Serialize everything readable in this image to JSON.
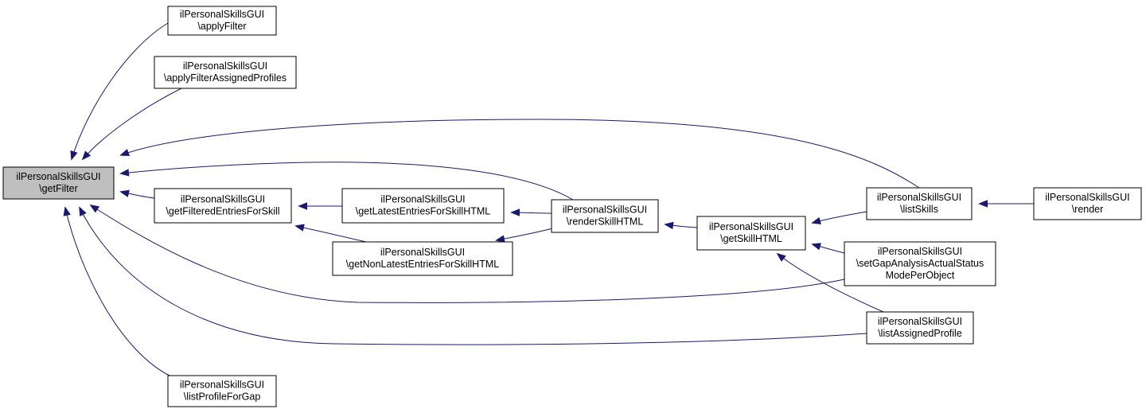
{
  "diagram": {
    "nodes": [
      {
        "id": "getFilter",
        "lines": [
          "ilPersonalSkillsGUI",
          "\\getFilter"
        ],
        "highlighted": true
      },
      {
        "id": "applyFilter",
        "lines": [
          "ilPersonalSkillsGUI",
          "\\applyFilter"
        ]
      },
      {
        "id": "applyFilterAssignedProfiles",
        "lines": [
          "ilPersonalSkillsGUI",
          "\\applyFilterAssignedProfiles"
        ]
      },
      {
        "id": "getFilteredEntriesForSkill",
        "lines": [
          "ilPersonalSkillsGUI",
          "\\getFilteredEntriesForSkill"
        ]
      },
      {
        "id": "listProfileForGap",
        "lines": [
          "ilPersonalSkillsGUI",
          "\\listProfileForGap"
        ]
      },
      {
        "id": "getLatestEntriesForSkillHTML",
        "lines": [
          "ilPersonalSkillsGUI",
          "\\getLatestEntriesForSkillHTML"
        ]
      },
      {
        "id": "getNonLatestEntriesForSkillHTML",
        "lines": [
          "ilPersonalSkillsGUI",
          "\\getNonLatestEntriesForSkillHTML"
        ]
      },
      {
        "id": "renderSkillHTML",
        "lines": [
          "ilPersonalSkillsGUI",
          "\\renderSkillHTML"
        ]
      },
      {
        "id": "getSkillHTML",
        "lines": [
          "ilPersonalSkillsGUI",
          "\\getSkillHTML"
        ]
      },
      {
        "id": "listSkills",
        "lines": [
          "ilPersonalSkillsGUI",
          "\\listSkills"
        ]
      },
      {
        "id": "setGapAnalysisActualStatusModePerObject",
        "lines": [
          "ilPersonalSkillsGUI",
          "\\setGapAnalysisActualStatus",
          "ModePerObject"
        ]
      },
      {
        "id": "listAssignedProfile",
        "lines": [
          "ilPersonalSkillsGUI",
          "\\listAssignedProfile"
        ]
      },
      {
        "id": "render",
        "lines": [
          "ilPersonalSkillsGUI",
          "\\render"
        ]
      }
    ],
    "edges": [
      {
        "from": "applyFilter",
        "to": "getFilter"
      },
      {
        "from": "applyFilterAssignedProfiles",
        "to": "getFilter"
      },
      {
        "from": "listSkills",
        "to": "getFilter"
      },
      {
        "from": "renderSkillHTML",
        "to": "getFilter"
      },
      {
        "from": "getFilteredEntriesForSkill",
        "to": "getFilter"
      },
      {
        "from": "setGapAnalysisActualStatusModePerObject",
        "to": "getFilter"
      },
      {
        "from": "listAssignedProfile",
        "to": "getFilter"
      },
      {
        "from": "listProfileForGap",
        "to": "getFilter"
      },
      {
        "from": "getLatestEntriesForSkillHTML",
        "to": "getFilteredEntriesForSkill"
      },
      {
        "from": "getNonLatestEntriesForSkillHTML",
        "to": "getFilteredEntriesForSkill"
      },
      {
        "from": "renderSkillHTML",
        "to": "getLatestEntriesForSkillHTML"
      },
      {
        "from": "renderSkillHTML",
        "to": "getNonLatestEntriesForSkillHTML"
      },
      {
        "from": "getSkillHTML",
        "to": "renderSkillHTML"
      },
      {
        "from": "listSkills",
        "to": "getSkillHTML"
      },
      {
        "from": "setGapAnalysisActualStatusModePerObject",
        "to": "getSkillHTML"
      },
      {
        "from": "listAssignedProfile",
        "to": "getSkillHTML"
      },
      {
        "from": "render",
        "to": "listSkills"
      }
    ],
    "colors": {
      "edge": "#191970",
      "highlighted_fill": "#bfbfbf",
      "node_fill": "#ffffff",
      "node_stroke": "#000000"
    }
  }
}
